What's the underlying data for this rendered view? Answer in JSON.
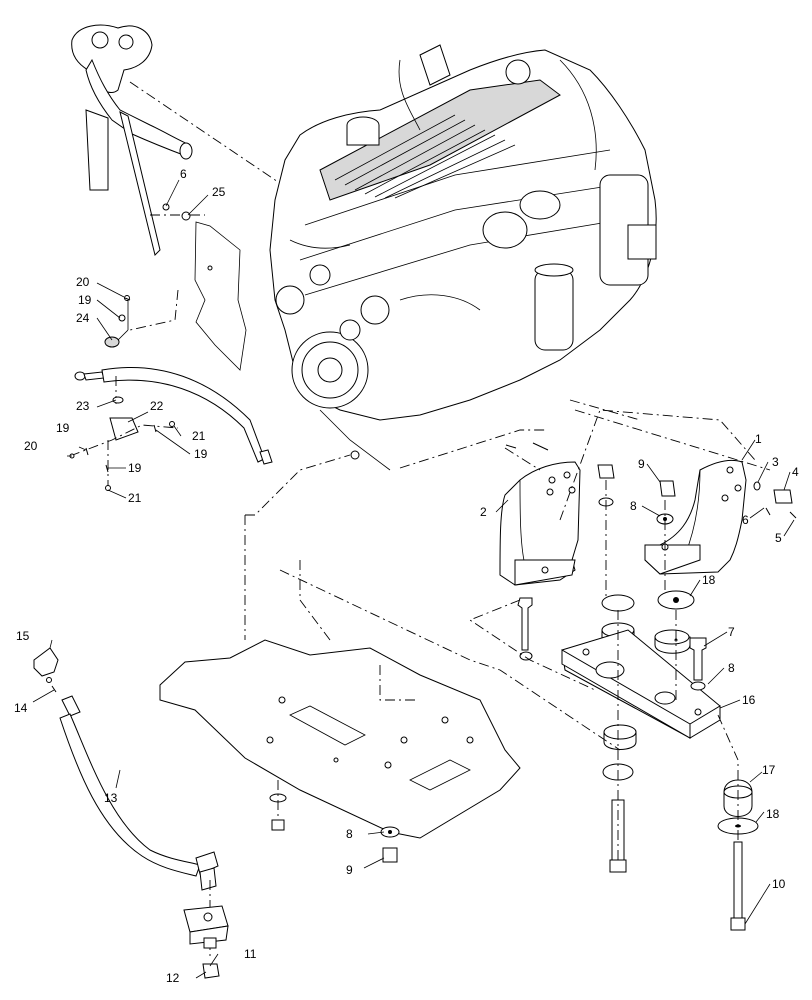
{
  "diagram": {
    "callouts": [
      {
        "id": "c1",
        "text": "1"
      },
      {
        "id": "c2",
        "text": "2"
      },
      {
        "id": "c3",
        "text": "3"
      },
      {
        "id": "c4",
        "text": "4"
      },
      {
        "id": "c5",
        "text": "5"
      },
      {
        "id": "c6a",
        "text": "6"
      },
      {
        "id": "c6b",
        "text": "6"
      },
      {
        "id": "c7",
        "text": "7"
      },
      {
        "id": "c8a",
        "text": "8"
      },
      {
        "id": "c8b",
        "text": "8"
      },
      {
        "id": "c8c",
        "text": "8"
      },
      {
        "id": "c9a",
        "text": "9"
      },
      {
        "id": "c9b",
        "text": "9"
      },
      {
        "id": "c10",
        "text": "10"
      },
      {
        "id": "c11",
        "text": "11"
      },
      {
        "id": "c12",
        "text": "12"
      },
      {
        "id": "c13",
        "text": "13"
      },
      {
        "id": "c14",
        "text": "14"
      },
      {
        "id": "c15",
        "text": "15"
      },
      {
        "id": "c16",
        "text": "16"
      },
      {
        "id": "c17",
        "text": "17"
      },
      {
        "id": "c18a",
        "text": "18"
      },
      {
        "id": "c18b",
        "text": "18"
      },
      {
        "id": "c19a",
        "text": "19"
      },
      {
        "id": "c19b",
        "text": "19"
      },
      {
        "id": "c19c",
        "text": "19"
      },
      {
        "id": "c19d",
        "text": "19"
      },
      {
        "id": "c20a",
        "text": "20"
      },
      {
        "id": "c20b",
        "text": "20"
      },
      {
        "id": "c21a",
        "text": "21"
      },
      {
        "id": "c21b",
        "text": "21"
      },
      {
        "id": "c22",
        "text": "22"
      },
      {
        "id": "c23",
        "text": "23"
      },
      {
        "id": "c24",
        "text": "24"
      },
      {
        "id": "c25",
        "text": "25"
      }
    ]
  }
}
